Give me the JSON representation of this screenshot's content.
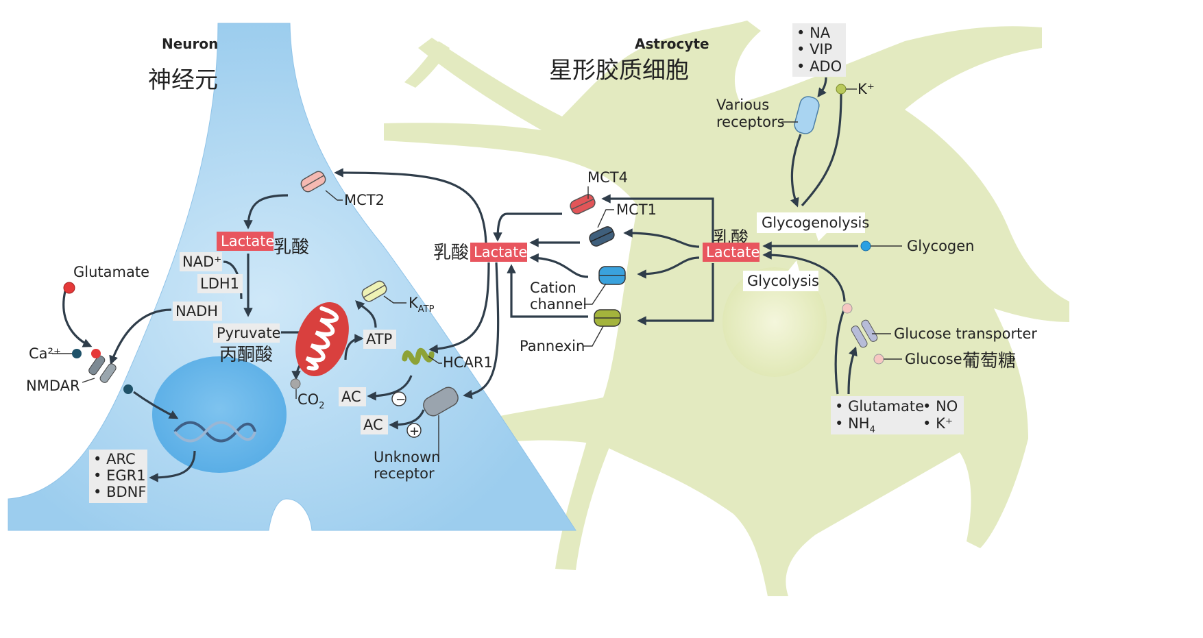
{
  "neuron": {
    "title": "Neuron",
    "title_cn": "神经元",
    "lactate": "Lactate",
    "lactate_cn": "乳酸",
    "nad": "NAD⁺",
    "ldh1": "LDH1",
    "nadh": "NADH",
    "pyruvate": "Pyruvate",
    "pyruvate_cn": "丙酮酸",
    "glutamate": "Glutamate",
    "ca": "Ca²⁺",
    "nmdar": "NMDAR",
    "mct2": "MCT2",
    "katp": "K",
    "katp_sub": "ATP",
    "atp": "ATP",
    "co2": "CO",
    "co2_sub": "2",
    "hcar1": "HCAR1",
    "ac1": "AC",
    "ac2": "AC",
    "minus": "−",
    "plus": "+",
    "unknown_receptor": [
      "Unknown",
      "receptor"
    ],
    "genes": [
      "ARC",
      "EGR1",
      "BDNF"
    ]
  },
  "middle": {
    "lactate_cn": "乳酸",
    "lactate": "Lactate",
    "cation_channel": [
      "Cation",
      "channel"
    ],
    "pannexin": "Pannexin"
  },
  "astrocyte": {
    "title": "Astrocyte",
    "title_cn": "星形胶质细胞",
    "signals": [
      "NA",
      "VIP",
      "ADO"
    ],
    "k": "K⁺",
    "various_receptors": [
      "Various",
      "receptors"
    ],
    "mct4": "MCT4",
    "mct1": "MCT1",
    "lactate_cn": "乳酸",
    "lactate": "Lactate",
    "glycogenolysis": "Glycogenolysis",
    "glycogen": "Glycogen",
    "glycolysis": "Glycolysis",
    "glucose_transporter": "Glucose transporter",
    "glucose": "Glucose",
    "glucose_cn": "葡萄糖",
    "stimuli": [
      "Glutamate",
      "NO",
      "NH",
      "K⁺"
    ],
    "nh_sub": "4"
  },
  "colors": {
    "neuron": "#a6d5f2",
    "astrocyte": "#e3eac0",
    "lactate": "#e8555e",
    "arrow": "#2f3d4a"
  }
}
